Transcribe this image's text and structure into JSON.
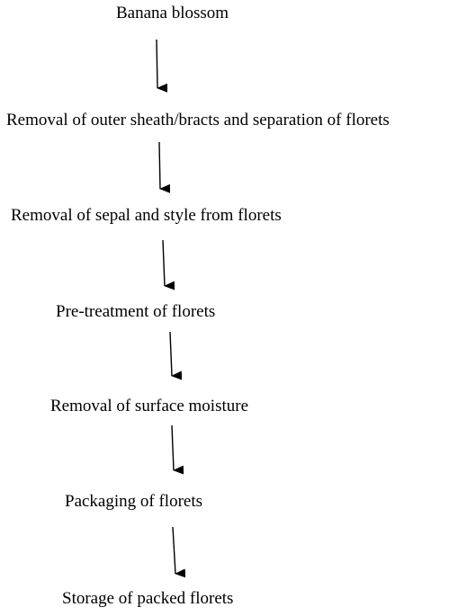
{
  "flowchart": {
    "steps": [
      "Banana blossom",
      "Removal of outer sheath/bracts and separation of florets",
      "Removal of sepal and style from florets",
      "Pre-treatment of florets",
      "Removal of surface moisture",
      "Packaging of florets",
      "Storage of packed florets"
    ]
  }
}
